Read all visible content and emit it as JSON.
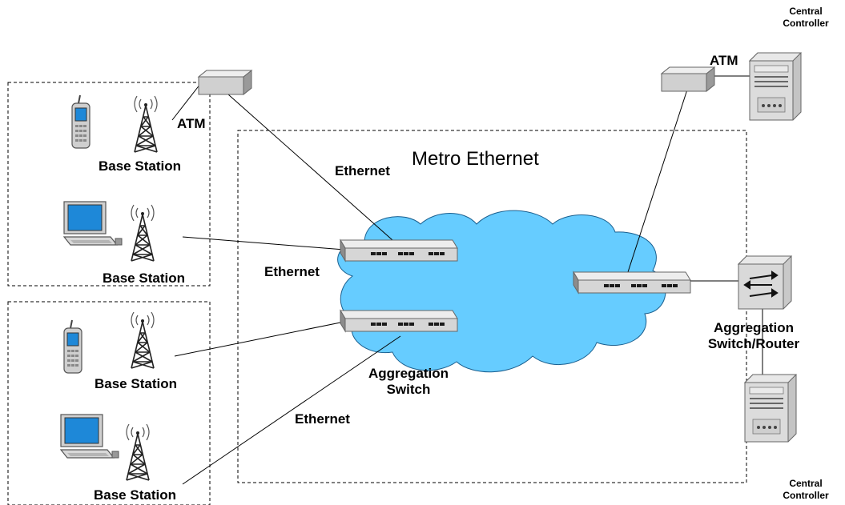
{
  "title": "Metro Ethernet",
  "labels": {
    "atm_left": "ATM",
    "atm_right": "ATM",
    "ethernet_top": "Ethernet",
    "ethernet_mid": "Ethernet",
    "ethernet_bottom": "Ethernet",
    "base_station_1": "Base Station",
    "base_station_2": "Base Station",
    "base_station_3": "Base Station",
    "base_station_4": "Base Station",
    "aggregation_switch": "Aggregation\nSwitch",
    "aggregation_switch_router": "Aggregation\nSwitch/Router",
    "central_controller_top": "Central\nController",
    "central_controller_bottom": "Central\nController"
  },
  "colors": {
    "cloud": "#66ccff",
    "device_body": "#d9d9d9",
    "device_shadow": "#8c8c8c",
    "screen": "#1e88d8",
    "line": "#000000"
  },
  "icons": [
    "mobile-phone-icon",
    "radio-tower-icon",
    "laptop-icon",
    "atm-device-icon",
    "switch-icon",
    "router-icon",
    "server-icon",
    "cloud-icon"
  ]
}
